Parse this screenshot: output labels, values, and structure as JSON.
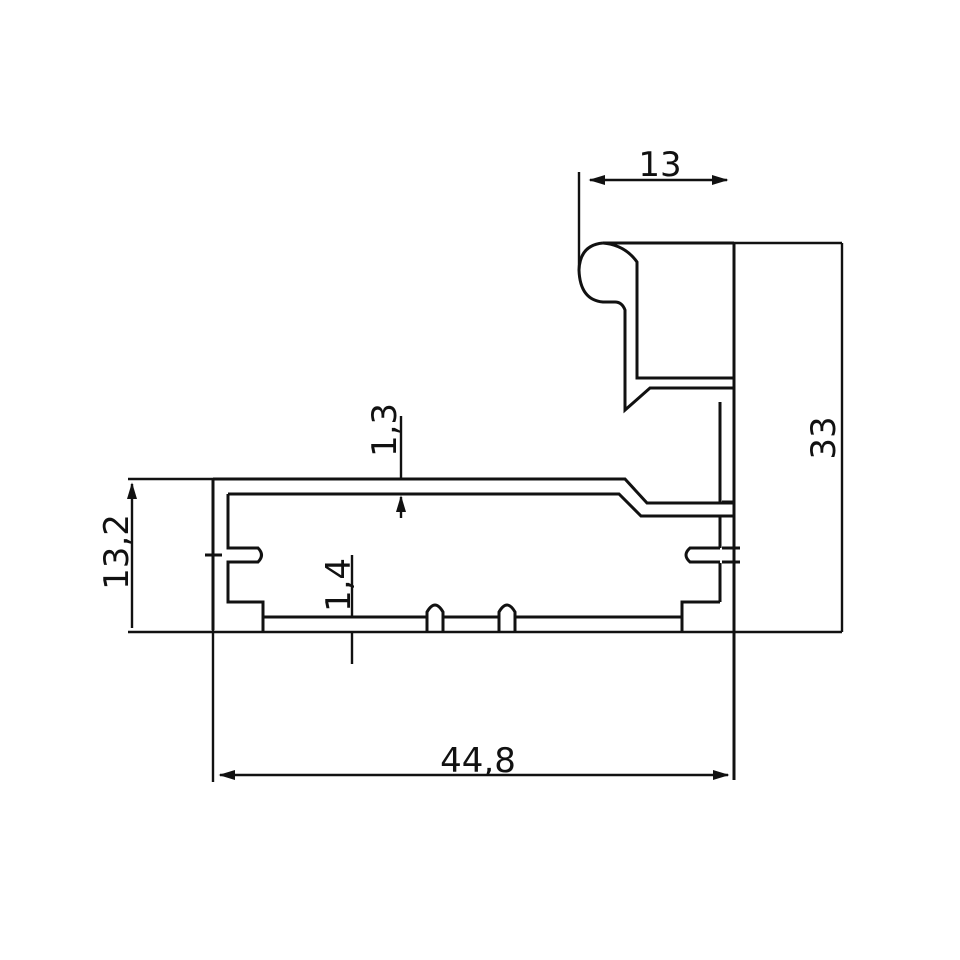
{
  "drawing": {
    "type": "aluminum profile cross-section",
    "line_color": "#111111",
    "background": "#ffffff",
    "dimensions": {
      "top_width": "13",
      "total_height": "33",
      "wall_thickness_top": "1,3",
      "lower_height": "13,2",
      "wall_thickness_bottom": "1,4",
      "total_width": "44,8"
    }
  }
}
